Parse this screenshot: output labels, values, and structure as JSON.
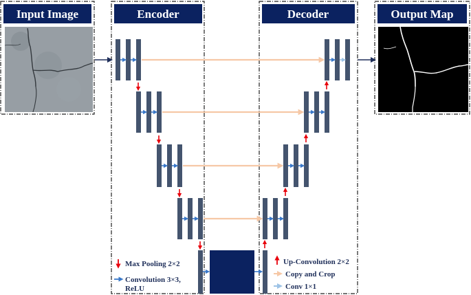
{
  "panels": {
    "input_title": "Input Image",
    "encoder_title": "Encoder",
    "decoder_title": "Decoder",
    "output_title": "Output Map"
  },
  "legend_left": {
    "max_pooling": "Max Pooling 2×2",
    "convolution_line1": "Convolution 3×3,",
    "convolution_line2": "ReLU"
  },
  "legend_right": {
    "up_convolution": "Up-Convolution 2×2",
    "copy_and_crop": "Copy and Crop",
    "conv_1x1": "Conv 1×1"
  },
  "colors": {
    "title_bg": "#0b2260",
    "block": "#44546e",
    "bottleneck": "#0b2260",
    "pool_arrow": "#e8000b",
    "conv_arrow": "#3a78c8",
    "copy_arrow": "#f6c8a6",
    "conv1x1_arrow": "#9dc3e6",
    "io_arrow": "#1f2f5a"
  }
}
